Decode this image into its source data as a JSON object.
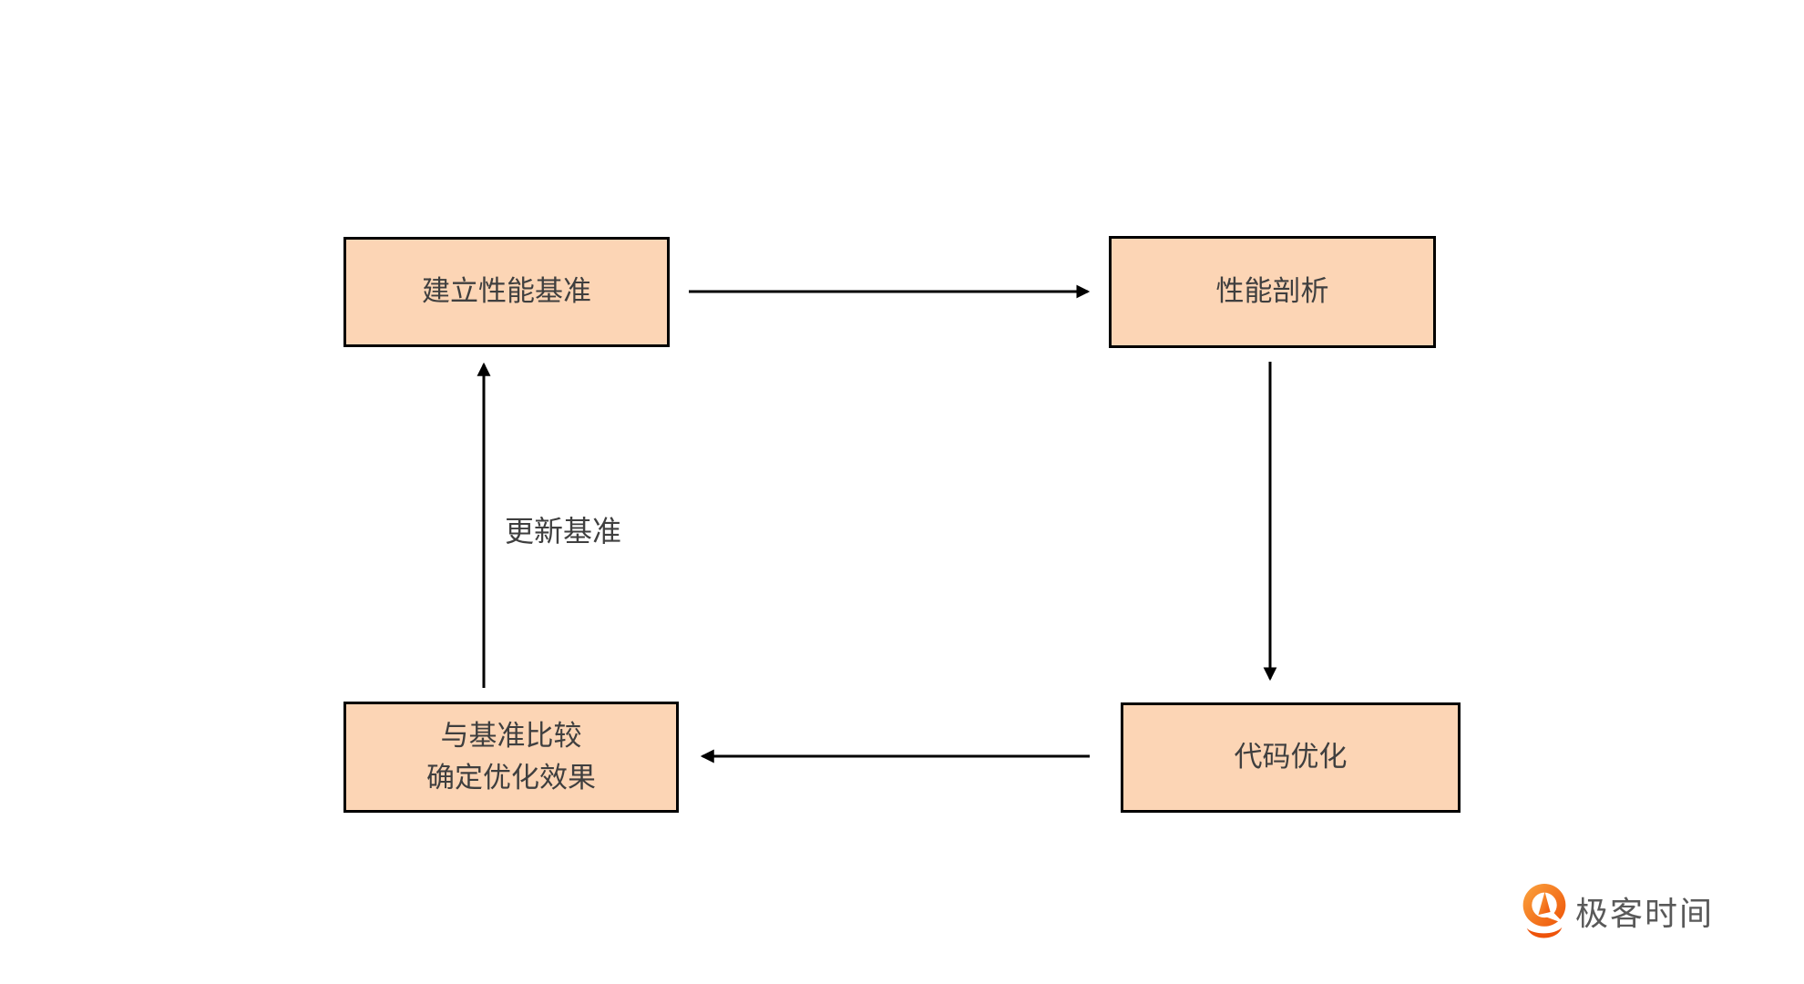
{
  "diagram": {
    "title": "performance-optimization-cycle",
    "nodes": [
      {
        "id": "establish-baseline",
        "label": "建立性能基准"
      },
      {
        "id": "performance-profiling",
        "label": "性能剖析"
      },
      {
        "id": "code-optimization",
        "label": "代码优化"
      },
      {
        "id": "compare-with-baseline",
        "label": "与基准比较\n确定优化效果"
      }
    ],
    "edges": [
      {
        "from": "establish-baseline",
        "to": "performance-profiling",
        "label": ""
      },
      {
        "from": "performance-profiling",
        "to": "code-optimization",
        "label": ""
      },
      {
        "from": "code-optimization",
        "to": "compare-with-baseline",
        "label": ""
      },
      {
        "from": "compare-with-baseline",
        "to": "establish-baseline",
        "label": "更新基准"
      }
    ],
    "colors": {
      "node_fill": "#FCD5B5",
      "node_border": "#000000",
      "node_text": "#3F3F3F",
      "arrow": "#000000",
      "background": "#FFFFFF"
    }
  },
  "branding": {
    "logo_text": "极客时间",
    "logo_text_color": "#595959",
    "logo_icon": "geektime-pin-icon",
    "logo_orange_light": "#FBA43F",
    "logo_orange_dark": "#EF5A0C"
  }
}
